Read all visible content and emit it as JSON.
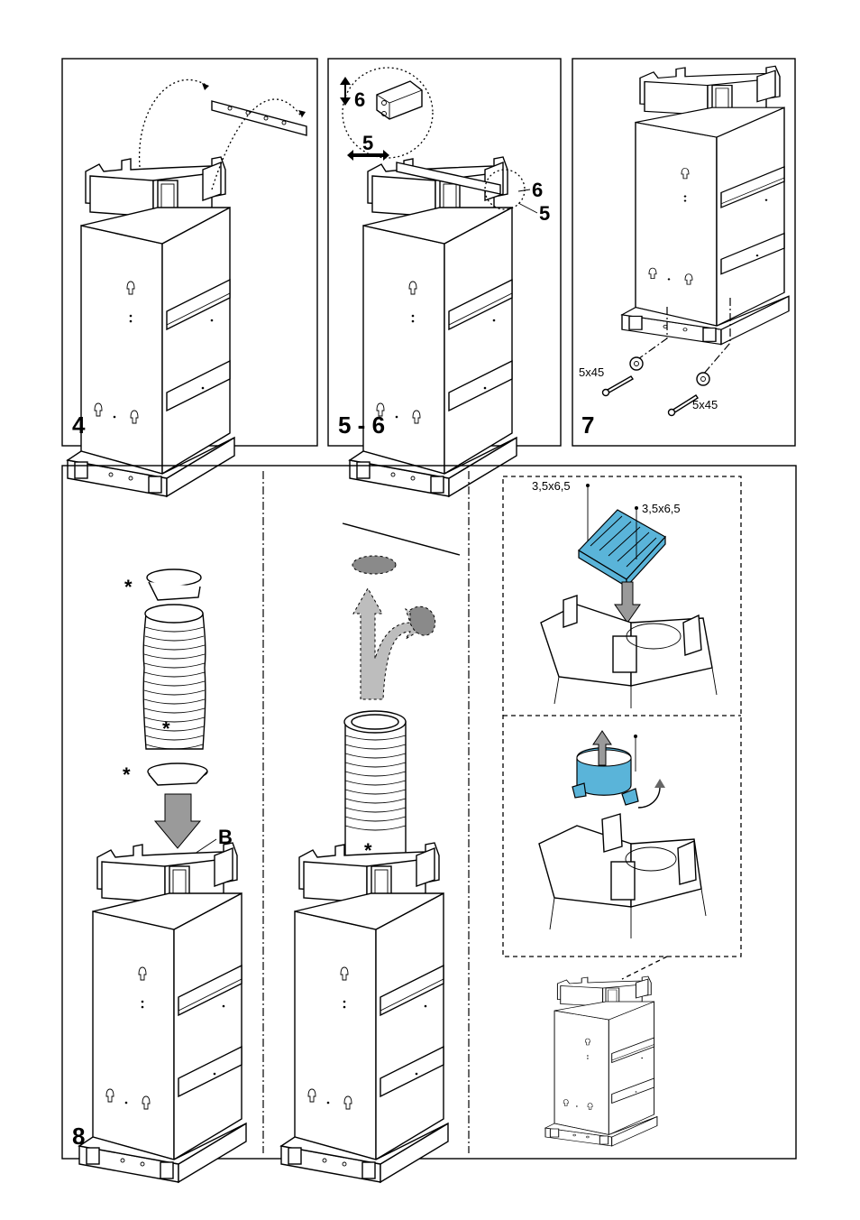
{
  "panels": {
    "p4": {
      "label": "4"
    },
    "p56": {
      "label": "5 - 6",
      "callout_top_6": "6",
      "callout_top_5": "5",
      "callout_side_6": "6",
      "callout_side_5": "5"
    },
    "p7": {
      "label": "7",
      "screw_left": "5x45",
      "screw_right": "5x45"
    },
    "p8": {
      "label": "8",
      "callout_B": "B",
      "asterisk_1": "*",
      "asterisk_2": "*",
      "asterisk_3": "*",
      "asterisk_4": "*",
      "screw_a": "3,5x6,5",
      "screw_b": "3,5x6,5"
    }
  },
  "colors": {
    "filter_blue": "#5ab4d9",
    "arrow_grey": "#9a9a9a",
    "duct_grey": "#d6d6d6"
  }
}
